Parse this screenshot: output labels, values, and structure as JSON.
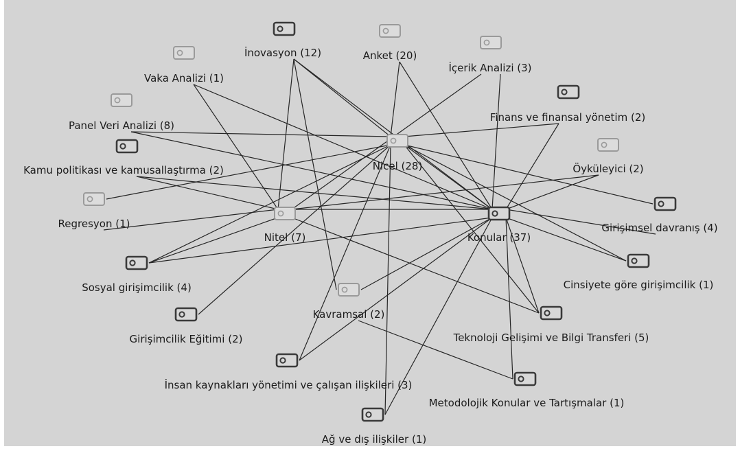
{
  "colors": {
    "background": "#d4d4d4",
    "edge": "#262626",
    "icon_active": "#3a3a3a",
    "icon_faded": "#9a9a9a",
    "label": "#1b1b1b"
  },
  "nodes": [
    {
      "id": "inovasyon",
      "label": "İnovasyon (12)",
      "icon": "code-icon",
      "faded": false
    },
    {
      "id": "anket",
      "label": "Anket (20)",
      "icon": "code-icon",
      "faded": true
    },
    {
      "id": "icerik",
      "label": "İçerik Analizi (3)",
      "icon": "code-icon",
      "faded": true
    },
    {
      "id": "vaka",
      "label": "Vaka Analizi (1)",
      "icon": "code-icon",
      "faded": true
    },
    {
      "id": "panel",
      "label": "Panel Veri Analizi (8)",
      "icon": "code-icon",
      "faded": true
    },
    {
      "id": "finans",
      "label": "Finans ve finansal yönetim (2)",
      "icon": "code-icon",
      "faded": false
    },
    {
      "id": "kamu",
      "label": "Kamu politikası ve kamusallaştırma (2)",
      "icon": "code-icon",
      "faded": false
    },
    {
      "id": "nicel",
      "label": "Nicel (28)",
      "icon": "code-icon",
      "faded": true
    },
    {
      "id": "oykuleyici",
      "label": "Öyküleyici (2)",
      "icon": "code-icon",
      "faded": true
    },
    {
      "id": "regresyon",
      "label": "Regresyon (1)",
      "icon": "code-icon",
      "faded": true
    },
    {
      "id": "nitel",
      "label": "Nitel (7)",
      "icon": "code-icon",
      "faded": true
    },
    {
      "id": "konular",
      "label": "Konular (37)",
      "icon": "code-icon",
      "faded": false
    },
    {
      "id": "girisimsel",
      "label": "Girişimsel davranış (4)",
      "icon": "code-icon",
      "faded": false
    },
    {
      "id": "sosyal",
      "label": "Sosyal girişimcilik (4)",
      "icon": "code-icon",
      "faded": false
    },
    {
      "id": "cinsiyet",
      "label": "Cinsiyete göre girişimcilik (1)",
      "icon": "code-icon",
      "faded": false
    },
    {
      "id": "kavramsal",
      "label": "Kavramsal (2)",
      "icon": "code-icon",
      "faded": true
    },
    {
      "id": "egitim",
      "label": "Girişimcilik Eğitimi (2)",
      "icon": "code-icon",
      "faded": false
    },
    {
      "id": "teknoloji",
      "label": "Teknoloji Gelişimi ve Bilgi Transferi (5)",
      "icon": "code-icon",
      "faded": false
    },
    {
      "id": "insan",
      "label": "İnsan kaynakları yönetimi ve çalışan ilişkileri (3)",
      "icon": "code-icon",
      "faded": false
    },
    {
      "id": "metodoloji",
      "label": "Metodolojik Konular ve Tartışmalar (1)",
      "icon": "code-icon",
      "faded": false
    },
    {
      "id": "ag",
      "label": "Ağ ve dış ilişkiler (1)",
      "icon": "code-icon",
      "faded": false
    }
  ],
  "edges": [
    [
      "vaka",
      "nitel"
    ],
    [
      "vaka",
      "konular"
    ],
    [
      "inovasyon",
      "nitel"
    ],
    [
      "inovasyon",
      "kavramsal"
    ],
    [
      "inovasyon",
      "nicel"
    ],
    [
      "inovasyon",
      "konular"
    ],
    [
      "anket",
      "nicel"
    ],
    [
      "anket",
      "konular"
    ],
    [
      "icerik",
      "nitel"
    ],
    [
      "icerik",
      "konular"
    ],
    [
      "panel",
      "nicel"
    ],
    [
      "panel",
      "konular"
    ],
    [
      "finans",
      "nicel"
    ],
    [
      "finans",
      "konular"
    ],
    [
      "kamu",
      "nitel"
    ],
    [
      "kamu",
      "konular"
    ],
    [
      "oykuleyici",
      "nitel"
    ],
    [
      "oykuleyici",
      "konular"
    ],
    [
      "regresyon",
      "nitel"
    ],
    [
      "regresyon",
      "nicel"
    ],
    [
      "nicel",
      "girisimsel"
    ],
    [
      "nicel",
      "sosyal"
    ],
    [
      "nicel",
      "cinsiyet"
    ],
    [
      "nicel",
      "egitim"
    ],
    [
      "nicel",
      "teknoloji"
    ],
    [
      "nicel",
      "insan"
    ],
    [
      "nicel",
      "ag"
    ],
    [
      "nicel",
      "konular"
    ],
    [
      "nitel",
      "teknoloji"
    ],
    [
      "nitel",
      "sosyal"
    ],
    [
      "nitel",
      "konular"
    ],
    [
      "konular",
      "girisimsel"
    ],
    [
      "konular",
      "sosyal"
    ],
    [
      "konular",
      "cinsiyet"
    ],
    [
      "konular",
      "kavramsal"
    ],
    [
      "konular",
      "teknoloji"
    ],
    [
      "konular",
      "insan"
    ],
    [
      "konular",
      "metodoloji"
    ],
    [
      "konular",
      "ag"
    ],
    [
      "kavramsal",
      "metodoloji"
    ]
  ]
}
